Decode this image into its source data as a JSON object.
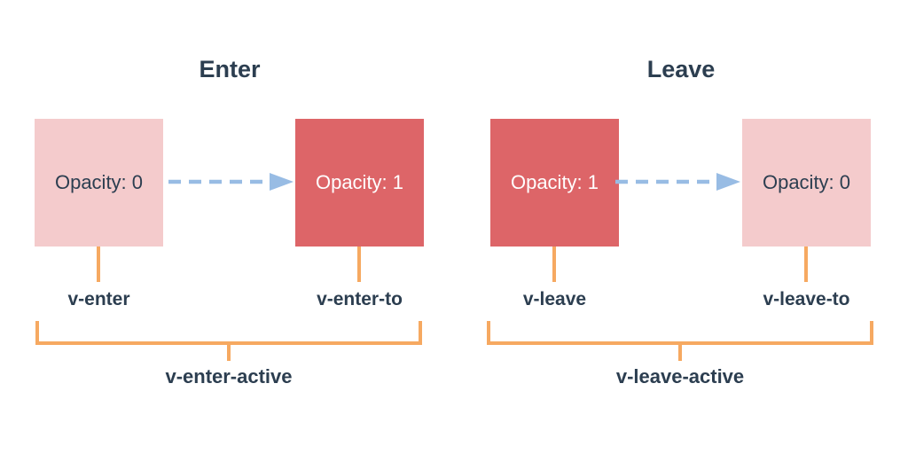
{
  "diagram": {
    "enter": {
      "title": "Enter",
      "from_box": {
        "label": "Opacity: 0",
        "class_name": "v-enter"
      },
      "to_box": {
        "label": "Opacity: 1",
        "class_name": "v-enter-to"
      },
      "active_label": "v-enter-active"
    },
    "leave": {
      "title": "Leave",
      "from_box": {
        "label": "Opacity: 1",
        "class_name": "v-leave"
      },
      "to_box": {
        "label": "Opacity: 0",
        "class_name": "v-leave-to"
      },
      "active_label": "v-leave-active"
    },
    "colors": {
      "background": "#ffffff",
      "heading_text": "#2c3e50",
      "faded_box_fill": "#f4cbcc",
      "solid_box_fill": "#dd6568",
      "solid_box_text": "#ffffff",
      "arrow_blue": "#98bce4",
      "bracket_orange": "#f6a961"
    }
  }
}
